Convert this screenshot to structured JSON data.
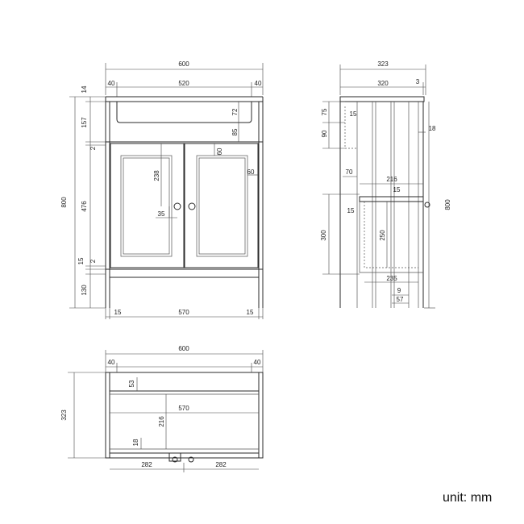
{
  "unit_label": "unit: mm",
  "front": {
    "width": "600",
    "top_left": "40",
    "top_mid": "520",
    "top_right": "40",
    "height": "800",
    "top_thk": "14",
    "upper": "157",
    "gap_top": "2",
    "doors_h": "476",
    "bot_15": "15",
    "gap_bot": "2",
    "plinth": "130",
    "basin_depth": "72",
    "basin_gap": "85",
    "door_rail": "60",
    "door_stile": "60",
    "panel_h": "238",
    "knob": "35",
    "foot_l": "15",
    "span": "570",
    "foot_r": "15"
  },
  "side": {
    "depth": "323",
    "inner": "320",
    "lip": "3",
    "s75": "75",
    "s15a": "15",
    "s90": "90",
    "s18": "18",
    "s70": "70",
    "s216": "216",
    "s15b": "15",
    "s15c": "15",
    "s300": "300",
    "s250": "250",
    "height": "800",
    "s235": "235",
    "s9": "9",
    "s57": "57"
  },
  "top": {
    "width": "600",
    "l40": "40",
    "r40": "40",
    "depth": "323",
    "d53": "53",
    "span": "570",
    "d216": "216",
    "d18": "18",
    "half_l": "282",
    "half_r": "282"
  }
}
